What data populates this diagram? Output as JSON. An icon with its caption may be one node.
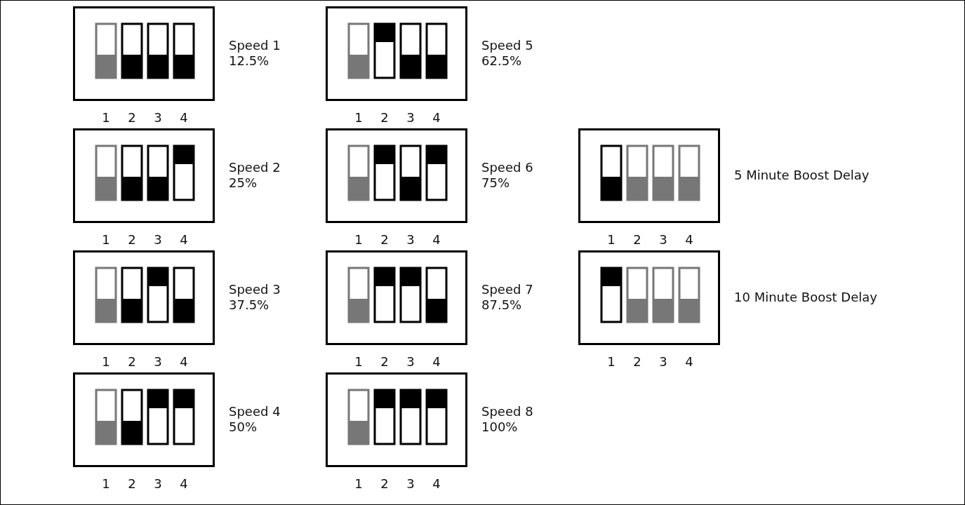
{
  "diagram": {
    "nodes": [
      {
        "text": [],
        "shape": "box",
        "beside": [
          "Speed 1",
          "12.5%"
        ]
      },
      {
        "text": [],
        "shape": "box",
        "beside": [
          "Speed 5",
          "62.5%"
        ]
      },
      {
        "text": [],
        "shape": "box",
        "beside": [
          "Speed 2",
          "25%"
        ]
      },
      {
        "text": [],
        "shape": "box",
        "beside": [
          "Speed 6",
          "75%"
        ]
      },
      {
        "text": [],
        "shape": "box",
        "beside": [
          "5 Minute Boost Delay"
        ]
      },
      {
        "text": [],
        "shape": "box",
        "beside": [
          "Speed 3",
          "37.5%"
        ]
      },
      {
        "text": [],
        "shape": "box",
        "beside": [
          "Speed 7",
          "87.5%"
        ]
      },
      {
        "text": [],
        "shape": "box",
        "beside": [
          "10 Minute Boost Delay"
        ]
      },
      {
        "text": [],
        "shape": "box",
        "beside": [
          "Speed 4",
          "50%"
        ]
      },
      {
        "text": [],
        "shape": "box",
        "beside": [
          "Speed 8",
          "100%"
        ]
      }
    ],
    "edges": [],
    "labels": [
      "1",
      "2",
      "3",
      "4",
      "1",
      "2",
      "3",
      "4",
      "1",
      "2",
      "3",
      "4",
      "1",
      "2",
      "3",
      "4",
      "1",
      "2",
      "3",
      "4",
      "1",
      "2",
      "3",
      "4",
      "1",
      "2",
      "3",
      "4",
      "1",
      "2",
      "3",
      "4",
      "1",
      "2",
      "3",
      "4",
      "1",
      "2",
      "3",
      "4"
    ]
  }
}
